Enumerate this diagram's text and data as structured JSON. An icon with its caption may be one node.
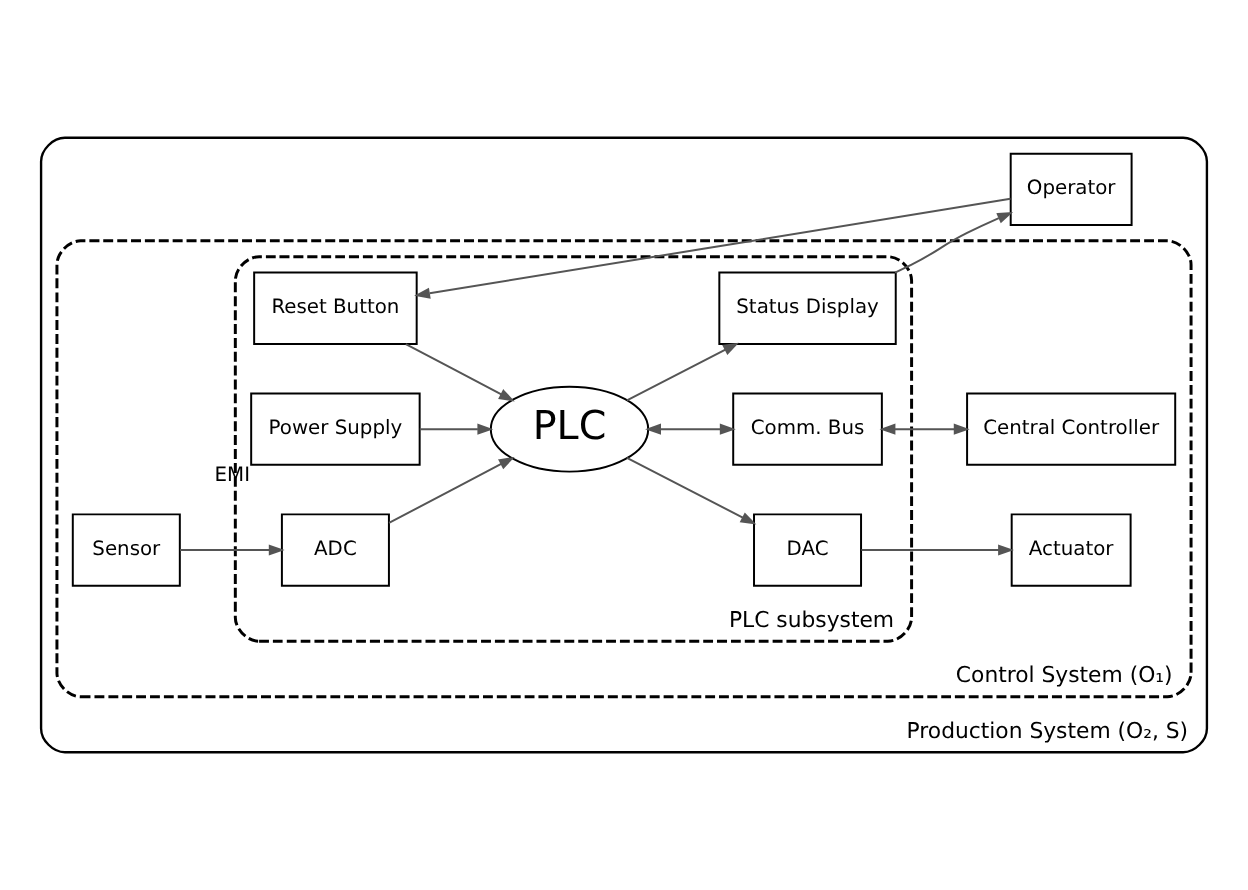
{
  "diagram": {
    "nodes": [
      {
        "text": [
          "Production System (O₂, S)"
        ]
      },
      {
        "text": [
          "Control System (O₁)"
        ],
        "in": 0
      },
      {
        "text": [
          "PLC subsystem"
        ],
        "in": 1
      },
      {
        "text": [
          "Operator"
        ],
        "in": 0
      },
      {
        "text": [
          "Reset Button"
        ],
        "in": 2
      },
      {
        "text": [
          "Status Display"
        ],
        "in": 2
      },
      {
        "text": [
          "Sensor"
        ],
        "in": 1
      },
      {
        "text": [
          "ADC"
        ],
        "in": 2
      },
      {
        "text": [
          "PLC"
        ],
        "in": 2
      },
      {
        "text": [
          "DAC"
        ],
        "in": 2
      },
      {
        "text": [
          "Actuator"
        ],
        "in": 1
      },
      {
        "text": [
          "Power Supply"
        ],
        "in": 2,
        "beside": [
          "EMI"
        ]
      },
      {
        "text": [
          "Comm. Bus"
        ],
        "in": 2
      },
      {
        "text": [
          "Central Controller"
        ],
        "in": 1
      }
    ],
    "edges": [
      {
        "from": 3,
        "to": 4,
        "arrow": "to"
      },
      {
        "from": 5,
        "to": 3,
        "arrow": "to"
      },
      {
        "from": 4,
        "to": 8,
        "arrow": "to"
      },
      {
        "from": 8,
        "to": 5,
        "arrow": "to"
      },
      {
        "from": 6,
        "to": 7,
        "arrow": "to"
      },
      {
        "from": 7,
        "to": 8,
        "arrow": "to"
      },
      {
        "from": 8,
        "to": 9,
        "arrow": "to"
      },
      {
        "from": 9,
        "to": 10,
        "arrow": "to"
      },
      {
        "from": 11,
        "to": 8,
        "arrow": "to"
      },
      {
        "from": 8,
        "to": 12,
        "arrow": "both"
      },
      {
        "from": 12,
        "to": 13,
        "arrow": "both"
      }
    ]
  }
}
